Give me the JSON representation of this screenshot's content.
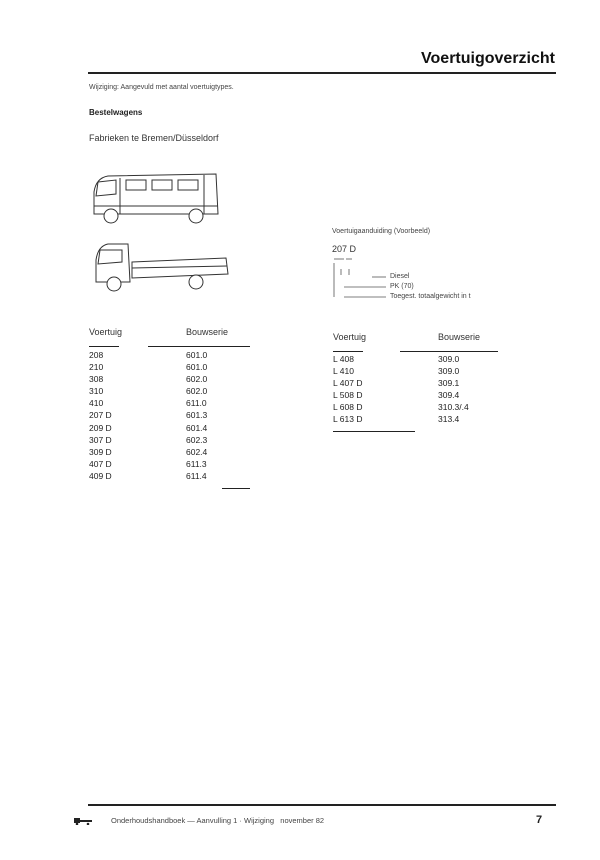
{
  "header": {
    "title": "Voertuigoverzicht"
  },
  "change_note": "Wijziging: Aangevuld met aantal voertuigtypes.",
  "section": "Bestelwagens",
  "factory": "Fabrieken te Bremen/Düsseldorf",
  "designation": {
    "heading": "Voertuigaanduiding (Voorbeeld)",
    "example": "207 D",
    "legend": [
      "Diesel",
      "PK (70)",
      "Toegest. totaalgewicht in t"
    ]
  },
  "left_table": {
    "headers": [
      "Voertuig",
      "Bouwserie"
    ],
    "rows": [
      [
        "208",
        "601.0"
      ],
      [
        "210",
        "601.0"
      ],
      [
        "308",
        "602.0"
      ],
      [
        "310",
        "602.0"
      ],
      [
        "410",
        "611.0"
      ],
      [
        "207 D",
        "601.3"
      ],
      [
        "209 D",
        "601.4"
      ],
      [
        "307 D",
        "602.3"
      ],
      [
        "309 D",
        "602.4"
      ],
      [
        "407 D",
        "611.3"
      ],
      [
        "409 D",
        "611.4"
      ]
    ]
  },
  "right_table": {
    "headers": [
      "Voertuig",
      "Bouwserie"
    ],
    "rows": [
      [
        "L 408",
        "309.0"
      ],
      [
        "L 410",
        "309.0"
      ],
      [
        "L 407 D",
        "309.1"
      ],
      [
        "L 508 D",
        "309.4"
      ],
      [
        "L 608 D",
        "310.3/.4"
      ],
      [
        "L 613 D",
        "313.4"
      ]
    ]
  },
  "footer": {
    "text": "Onderhoudshandboek — Aanvulling 1 · Wijziging   november 82",
    "page": "7"
  }
}
